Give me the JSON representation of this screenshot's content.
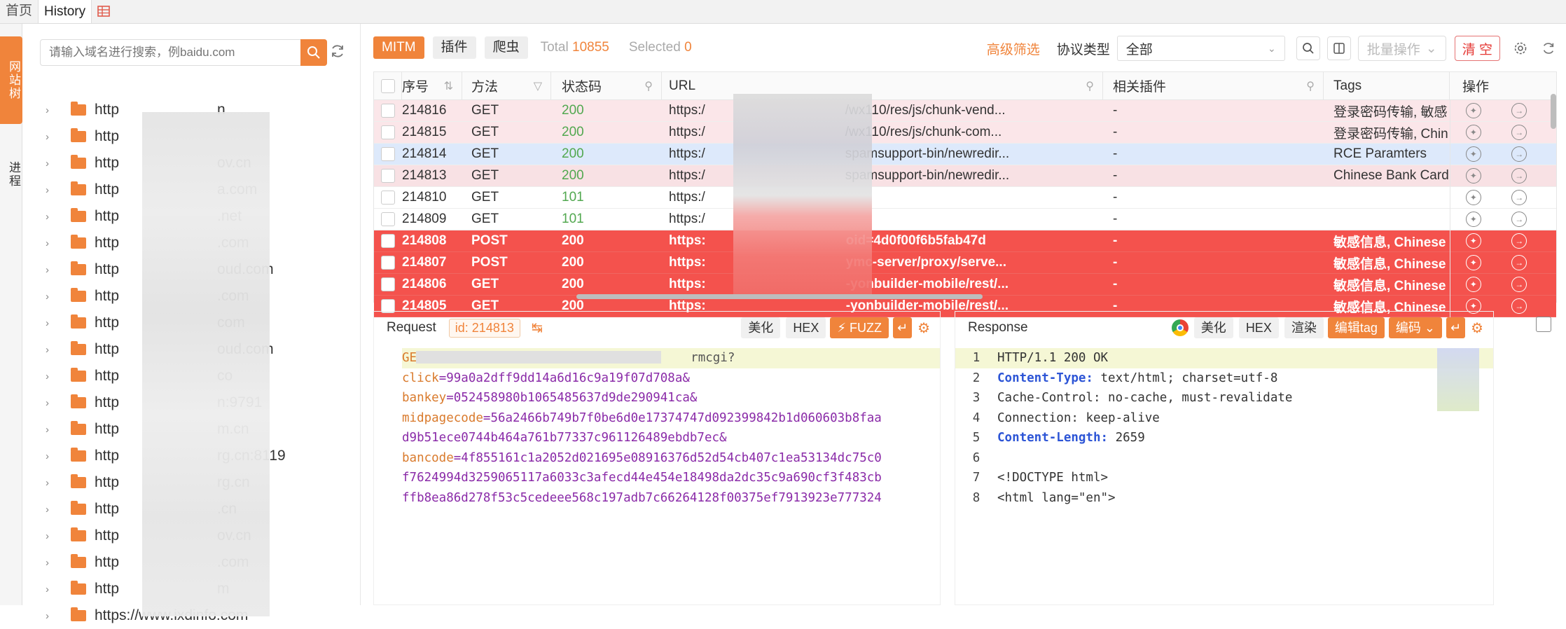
{
  "top_tabs": {
    "home": "首页",
    "history": "History"
  },
  "vertical_tabs": {
    "site_tree": "网站树",
    "progress": "进程"
  },
  "left": {
    "search_placeholder": "请输入域名进行搜索，例baidu.com",
    "tree": [
      "http",
      "http",
      "http",
      "http",
      "http",
      "http",
      "http",
      "http",
      "http",
      "http",
      "http",
      "http",
      "http",
      "http",
      "http",
      "http",
      "http",
      "http",
      "http",
      "https://www.ixdinfo.com"
    ],
    "tree_suffix": [
      "n",
      "",
      "ov.cn",
      "a.com",
      ".net",
      ".com",
      "oud.com",
      ".com",
      "com",
      "oud.com",
      "co",
      "n:9791",
      "m.cn",
      "rg.cn:8119",
      "rg.cn",
      ".cn",
      "ov.cn",
      ".com",
      "m",
      ""
    ]
  },
  "toolbar": {
    "mitm": "MITM",
    "plugin": "插件",
    "crawler": "爬虫",
    "total_label": "Total",
    "total": "10855",
    "selected_label": "Selected",
    "selected": "0",
    "advanced": "高级筛选",
    "proto_label": "协议类型",
    "proto_value": "全部",
    "batch": "批量操作",
    "clear": "清 空"
  },
  "columns": {
    "seq": "序号",
    "method": "方法",
    "status": "状态码",
    "url": "URL",
    "plugin": "相关插件",
    "tags": "Tags",
    "ops": "操作"
  },
  "rows": [
    {
      "seq": "214816",
      "method": "GET",
      "status": "200",
      "url_a": "https:/",
      "url_b": "/wx110/res/js/chunk-vend...",
      "plugin": "-",
      "tags": "登录密码传输, 敏感",
      "style": "pink"
    },
    {
      "seq": "214815",
      "method": "GET",
      "status": "200",
      "url_a": "https:/",
      "url_b": "/wx110/res/js/chunk-com...",
      "plugin": "-",
      "tags": "登录密码传输, Chin",
      "style": "pink"
    },
    {
      "seq": "214814",
      "method": "GET",
      "status": "200",
      "url_a": "https:/",
      "url_b": "spamsupport-bin/newredir...",
      "plugin": "-",
      "tags": "RCE Paramters",
      "style": "blue"
    },
    {
      "seq": "214813",
      "method": "GET",
      "status": "200",
      "url_a": "https:/",
      "url_b": "spamsupport-bin/newredir...",
      "plugin": "-",
      "tags": "Chinese Bank Card",
      "style": "pink2"
    },
    {
      "seq": "214810",
      "method": "GET",
      "status": "101",
      "url_a": "https:/",
      "url_b": "",
      "plugin": "-",
      "tags": "",
      "style": "white"
    },
    {
      "seq": "214809",
      "method": "GET",
      "status": "101",
      "url_a": "https:/",
      "url_b": "",
      "plugin": "-",
      "tags": "",
      "style": "white"
    },
    {
      "seq": "214808",
      "method": "POST",
      "status": "200",
      "url_a": "https:",
      "url_b": "oid=4d0f00f6b5fab47d",
      "plugin": "-",
      "tags": "敏感信息, Chinese",
      "style": "red"
    },
    {
      "seq": "214807",
      "method": "POST",
      "status": "200",
      "url_a": "https:",
      "url_b": "ymc-server/proxy/serve...",
      "plugin": "-",
      "tags": "敏感信息, Chinese",
      "style": "red"
    },
    {
      "seq": "214806",
      "method": "GET",
      "status": "200",
      "url_a": "https:",
      "url_b": "-yonbuilder-mobile/rest/...",
      "plugin": "-",
      "tags": "敏感信息, Chinese",
      "style": "red"
    },
    {
      "seq": "214805",
      "method": "GET",
      "status": "200",
      "url_a": "https:",
      "url_b": "-yonbuilder-mobile/rest/...",
      "plugin": "-",
      "tags": "敏感信息, Chinese",
      "style": "red"
    }
  ],
  "request": {
    "title": "Request",
    "id": "id: 214813",
    "beautify": "美化",
    "hex": "HEX",
    "fuzz": "FUZZ",
    "lines": [
      {
        "k": "GET ",
        "v": "rmcgi?"
      },
      {
        "k": "click",
        "v": "=99a0a2dff9dd14a6d16c9a19f07d708a&"
      },
      {
        "k": "bankey",
        "v": "=052458980b1065485637d9de290941ca&"
      },
      {
        "k": "midpagecode",
        "v": "=56a2466b749b7f0be6d0e17374747d092399842b1d060603b8faa"
      },
      {
        "k": "",
        "v": "d9b51ece0744b464a761b77337c961126489ebdb7ec&"
      },
      {
        "k": "bancode",
        "v": "=4f855161c1a2052d021695e08916376d52d54cb407c1ea53134dc75c0"
      },
      {
        "k": "",
        "v": "f7624994d3259065117a6033c3afecd44e454e18498da2dc35c9a690cf3f483cb"
      },
      {
        "k": "",
        "v": "ffb8ea86d278f53c5cedeee568c197adb7c66264128f00375ef7913923e777324"
      }
    ]
  },
  "response": {
    "title": "Response",
    "beautify": "美化",
    "hex": "HEX",
    "render": "渲染",
    "edit_tag": "编辑tag",
    "encode": "编码",
    "lines": [
      {
        "n": "1",
        "a": "HTTP/1.1 200 OK",
        "b": ""
      },
      {
        "n": "2",
        "a": "Content-Type:",
        "b": " text/html; charset=utf-8"
      },
      {
        "n": "3",
        "a": "Cache-Control:",
        "b": " no-cache, must-revalidate"
      },
      {
        "n": "4",
        "a": "Connection:",
        "b": " keep-alive"
      },
      {
        "n": "5",
        "a": "Content-Length:",
        "b": " 2659"
      },
      {
        "n": "6",
        "a": "",
        "b": ""
      },
      {
        "n": "7",
        "a": "<!DOCTYPE html>",
        "b": ""
      },
      {
        "n": "8",
        "a": "<html lang=\"en\">",
        "b": ""
      }
    ]
  },
  "colors": {
    "accent": "#f0843b",
    "red_row": "#f4524d",
    "pink_row": "#fbe3e6",
    "blue_row": "#dce9fb",
    "status_ok": "#52a850"
  }
}
